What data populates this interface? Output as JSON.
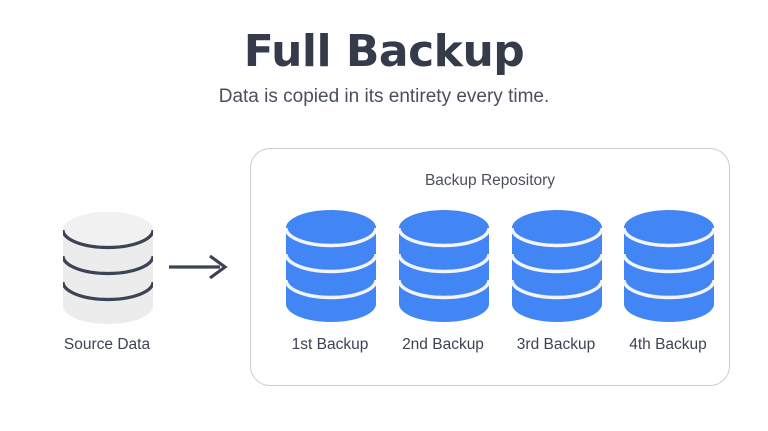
{
  "header": {
    "title": "Full Backup",
    "subtitle": "Data is copied in its entirety every time."
  },
  "repository": {
    "title": "Backup Repository",
    "backups": [
      {
        "label": "1st Backup",
        "icon": "database-cylinder-icon",
        "color": "#4285f4"
      },
      {
        "label": "2nd Backup",
        "icon": "database-cylinder-icon",
        "color": "#4285f4"
      },
      {
        "label": "3rd Backup",
        "icon": "database-cylinder-icon",
        "color": "#4285f4"
      },
      {
        "label": "4th Backup",
        "icon": "database-cylinder-icon",
        "color": "#4285f4"
      }
    ]
  },
  "source": {
    "label": "Source Data",
    "icon": "database-cylinder-icon",
    "color": "#ececec"
  },
  "flow": {
    "arrow_icon": "arrow-right-icon"
  },
  "colors": {
    "title": "#353b4b",
    "subtitle": "#4a4f5c",
    "backup_blue": "#4285f4",
    "source_gray": "#ececec",
    "source_outline": "#3d4354",
    "panel_border": "#c9ccd3",
    "background": "#ffffff"
  },
  "chart_data": {
    "type": "diagram",
    "title": "Full Backup",
    "subtitle": "Data is copied in its entirety every time.",
    "nodes": [
      {
        "id": "source",
        "label": "Source Data",
        "shape": "cylinder",
        "fill": "#ececec"
      },
      {
        "id": "backup1",
        "label": "1st Backup",
        "shape": "cylinder",
        "fill": "#4285f4",
        "group": "Backup Repository"
      },
      {
        "id": "backup2",
        "label": "2nd Backup",
        "shape": "cylinder",
        "fill": "#4285f4",
        "group": "Backup Repository"
      },
      {
        "id": "backup3",
        "label": "3rd Backup",
        "shape": "cylinder",
        "fill": "#4285f4",
        "group": "Backup Repository"
      },
      {
        "id": "backup4",
        "label": "4th Backup",
        "shape": "cylinder",
        "fill": "#4285f4",
        "group": "Backup Repository"
      }
    ],
    "edges": [
      {
        "from": "source",
        "to": "Backup Repository",
        "style": "solid-arrow"
      }
    ],
    "groups": [
      {
        "id": "Backup Repository",
        "label": "Backup Repository",
        "members": [
          "backup1",
          "backup2",
          "backup3",
          "backup4"
        ]
      }
    ]
  }
}
